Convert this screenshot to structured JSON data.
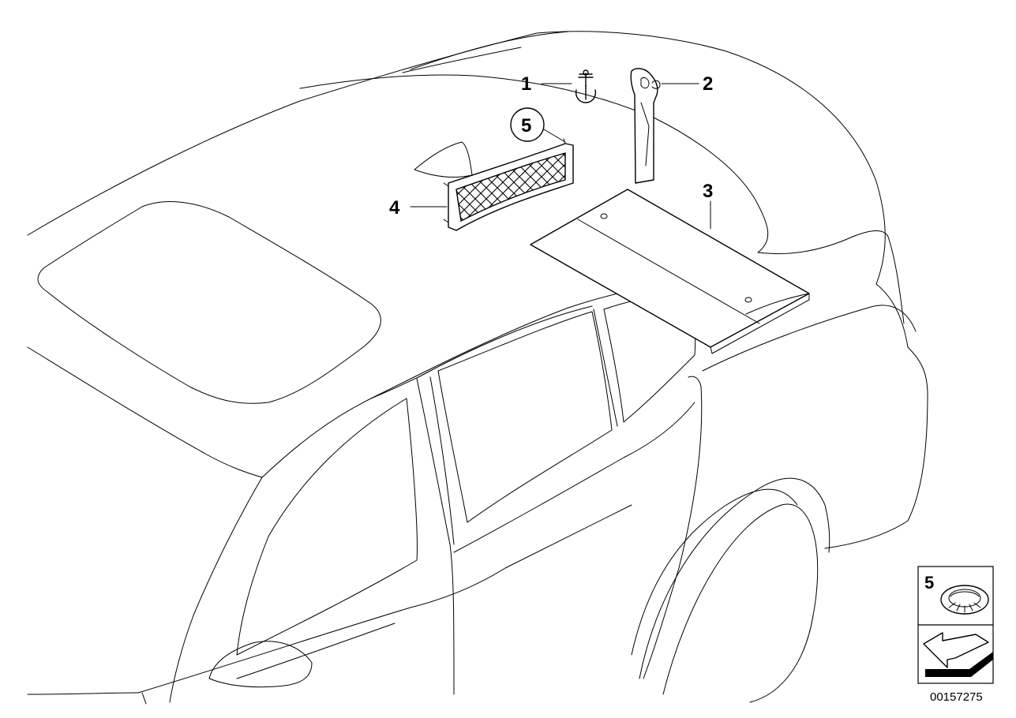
{
  "callouts": [
    {
      "number": "1",
      "part": "anchor-hook"
    },
    {
      "number": "2",
      "part": "trim-strip"
    },
    {
      "number": "3",
      "part": "floor-panel"
    },
    {
      "number": "4",
      "part": "luggage-net"
    },
    {
      "number": "5",
      "part": "clip",
      "circled": true
    }
  ],
  "legend": {
    "clip_number": "5"
  },
  "document_number": "00157275"
}
